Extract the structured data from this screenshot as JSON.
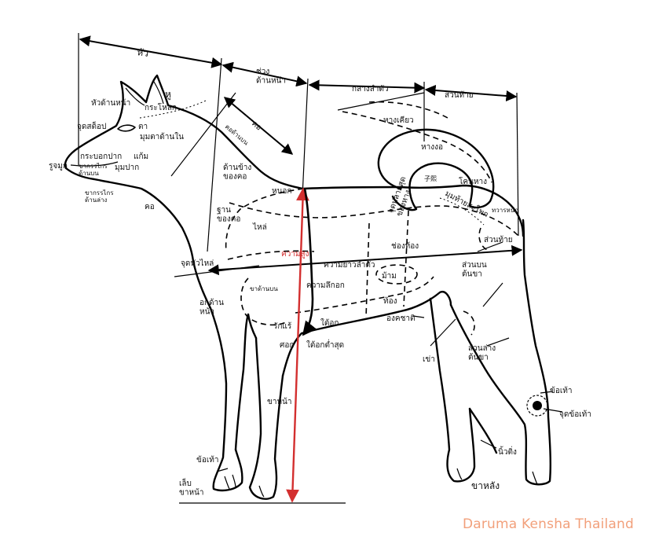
{
  "labels": {
    "head": "หัว",
    "forequarter": "ช่วง\nด้านหน้า",
    "midbody": "กลางลำตัว",
    "hindquarter": "ส่วนท้าย",
    "ear": "หู",
    "forehead": "หัวด้านหน้า",
    "skull": "กระโหลก",
    "stop": "จุดสต็อป",
    "eye": "ตา",
    "inner_eye_corner": "มุมตาด้านใน",
    "nose": "รูจมูก",
    "muzzle": "กระบอกปาก",
    "cheek": "แก้ม",
    "upper_jaw": "ขากรรไกร\nด้านบน",
    "mouth_corner": "มุมปาก",
    "lower_jaw": "ขากรรไกร\nด้านล่าง",
    "throat": "คอ",
    "neck": "คอ",
    "upper_neck": "คอด้านบน",
    "neck_side": "ด้านข้าง\nของคอ",
    "neck_base": "ฐาน\nของคอ",
    "withers": "หนอก",
    "shoulder": "ไหล่",
    "shoulder_point": "จุดหัวไหล่",
    "height": "ความสูง",
    "body_length": "ความยาวลำตัว",
    "chest_depth": "ความลึกอก",
    "forechest": "อกด้าน\nหน้า",
    "upper_arm": "ขาด้านบน",
    "armpit": "รักแร้",
    "underchest": "ใต้อก",
    "elbow": "ศอก",
    "lowest_chest": "ใต้อกต่ำสุด",
    "foreleg": "ขาหน้า",
    "pastern": "ข้อเท้า",
    "front_foot": "เล็บ\nขาหน้า",
    "sickle_tail": "หางเคียว",
    "curled_tail": "หางงอ",
    "tail_base": "โคนหาง",
    "tail_tip": "จุดปลายสุด\nของหาง",
    "croup": "มุมท้ายสะโพก",
    "loin": "ช่องท้อง",
    "hip": "ส่วนท้าย",
    "buttock": "ทวารหนัก",
    "flank": "ม้าม",
    "belly": "ท้อง",
    "sheath": "องคชาติ",
    "stifle": "เข่า",
    "thigh": "ส่วนบน\nต้นขา",
    "second_thigh": "ส่วนล่าง\nต้นขา",
    "hock": "ข้อเท้า",
    "hock_joint": "จุดข้อเท้า",
    "dewclaw": "นิ้วติ่ง",
    "hind_leg": "ขาหลัง",
    "tail_mark": "子熙"
  },
  "watermark": "Daruma Kensha Thailand",
  "colors": {
    "height_arrow": "#d32f2f",
    "watermark": "#f2a07b",
    "line": "#000000"
  }
}
